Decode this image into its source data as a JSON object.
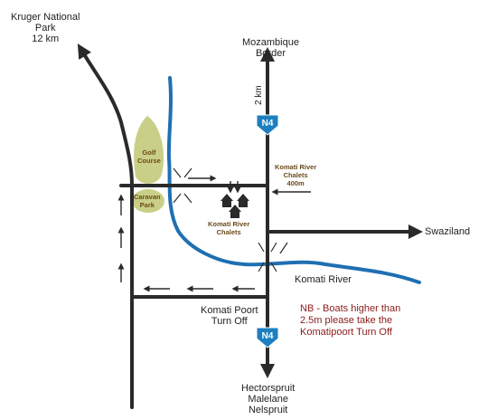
{
  "destinations": {
    "kruger": [
      "Kruger National",
      "Park",
      "12 km"
    ],
    "mozambique": [
      "Mozambique",
      "Border"
    ],
    "swaziland": "Swaziland",
    "south": [
      "Hectorspruit",
      "Malelane",
      "Nelspruit"
    ]
  },
  "distances": {
    "n4_north": "2 km"
  },
  "road_shields": {
    "north": "N4",
    "south": "N4"
  },
  "landmarks": {
    "golf_course": [
      "Golf",
      "Course"
    ],
    "caravan_park": [
      "Caravan",
      "Park"
    ],
    "chalets_sign": [
      "Komati River",
      "Chalets",
      "400m"
    ],
    "chalets": [
      "Komati River",
      "Chalets"
    ],
    "river": "Komati River",
    "turn_off": [
      "Komati Poort",
      "Turn Off"
    ]
  },
  "notice": {
    "lines": [
      "NB - Boats higher than",
      "2.5m please take the",
      "Komatipoort Turn Off"
    ],
    "color": "#8b1a1a"
  },
  "colors": {
    "road": "#2a2a2a",
    "river": "#1f6fb2",
    "green_area": "#c9cf86",
    "shield": "#1d7fc0",
    "label_brown": "#6b4a1a"
  },
  "icons": {
    "chalet": "house-icon",
    "shield": "route-shield-icon",
    "bridge": "bridge-icon"
  }
}
